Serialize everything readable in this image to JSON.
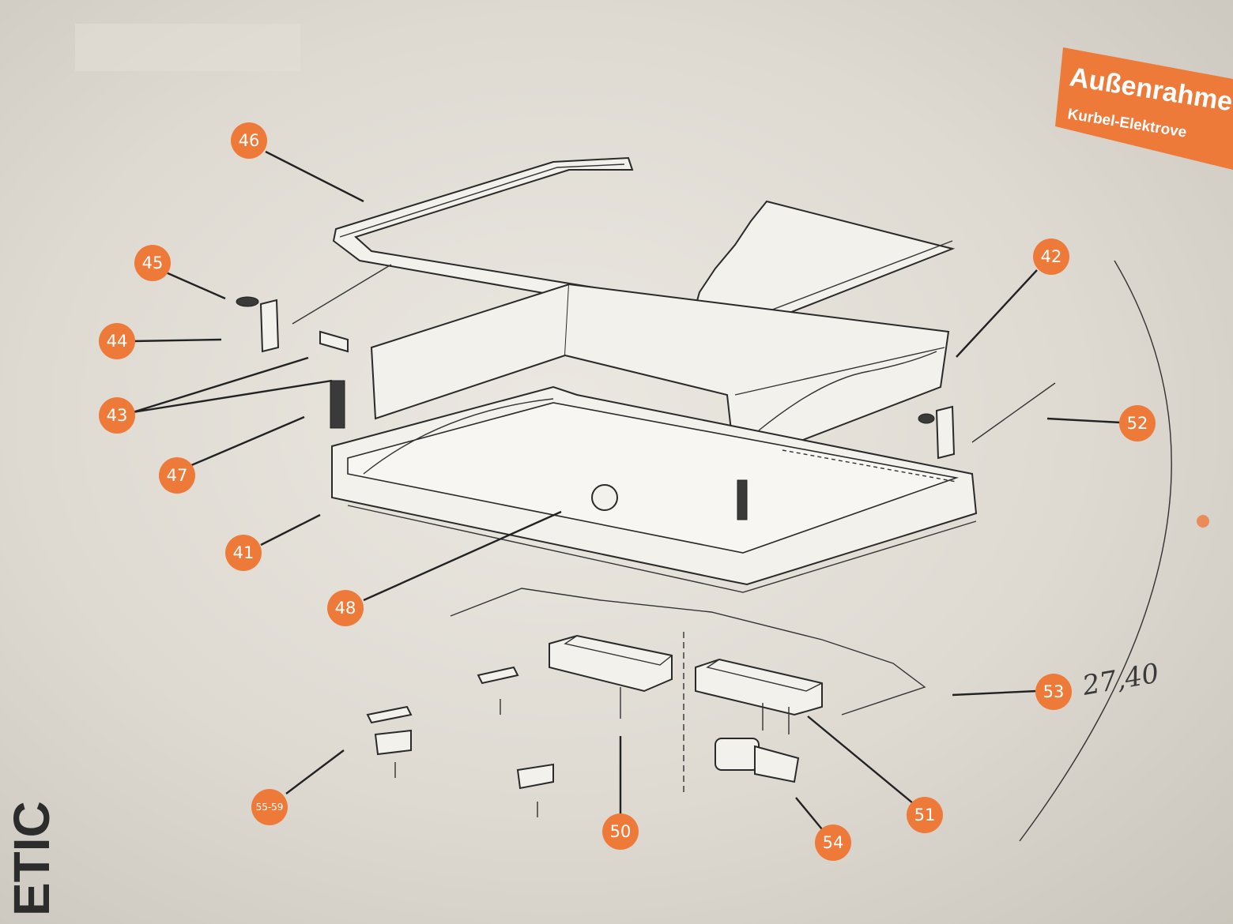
{
  "header_tab": {
    "title": "Außenrahme",
    "subtitle": "Kurbel-Elektrove",
    "color": "#ee7a3a"
  },
  "spine_text": "ETIC",
  "price_note": "27,40",
  "callout_color": "#ee7a3a",
  "callouts": [
    {
      "id": "c46",
      "label": "46"
    },
    {
      "id": "c45",
      "label": "45"
    },
    {
      "id": "c44",
      "label": "44"
    },
    {
      "id": "c43",
      "label": "43"
    },
    {
      "id": "c47",
      "label": "47"
    },
    {
      "id": "c41",
      "label": "41"
    },
    {
      "id": "c48",
      "label": "48"
    },
    {
      "id": "c42",
      "label": "42"
    },
    {
      "id": "c52",
      "label": "52"
    },
    {
      "id": "c53",
      "label": "53"
    },
    {
      "id": "c51",
      "label": "51"
    },
    {
      "id": "c50",
      "label": "50"
    },
    {
      "id": "c54",
      "label": "54"
    },
    {
      "id": "c5559",
      "label": "55-59"
    }
  ]
}
